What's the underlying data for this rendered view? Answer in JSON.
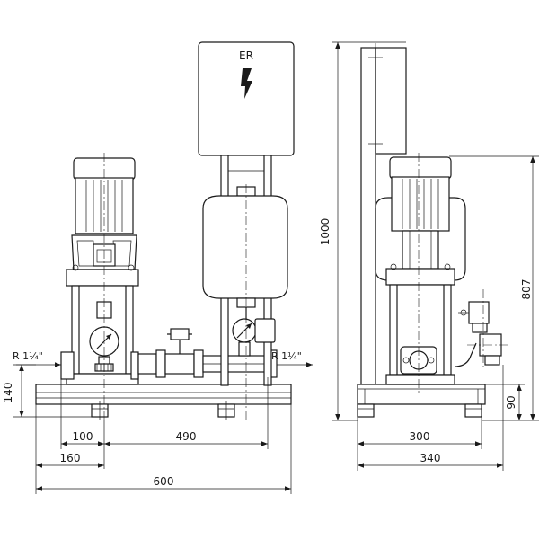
{
  "control_box_label": "ER",
  "connections": {
    "inlet_label": "R 1¼\"",
    "outlet_label": "R 1¼\""
  },
  "dimensions": {
    "d140": "140",
    "d100": "100",
    "d490": "490",
    "d160": "160",
    "d600": "600",
    "d1000": "1000",
    "d807": "807",
    "d90": "90",
    "d300": "300",
    "d340": "340"
  }
}
